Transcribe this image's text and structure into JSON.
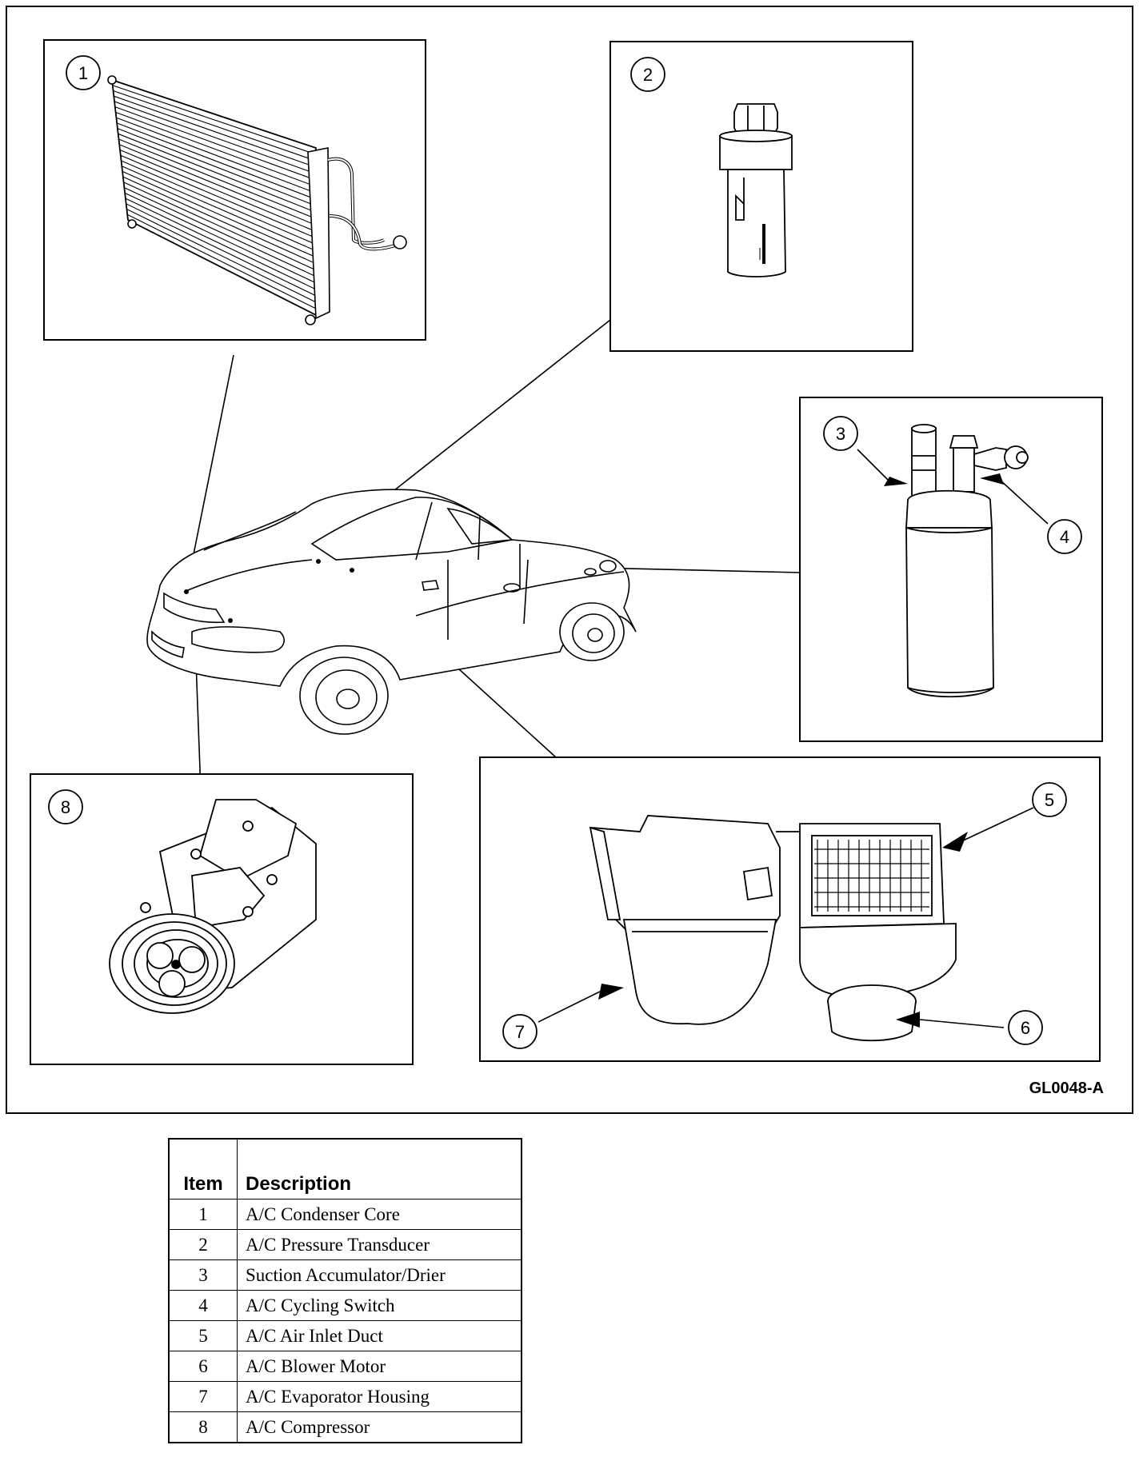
{
  "figure_id": "GL0048-A",
  "callouts": [
    {
      "num": "1"
    },
    {
      "num": "2"
    },
    {
      "num": "3"
    },
    {
      "num": "4"
    },
    {
      "num": "5"
    },
    {
      "num": "6"
    },
    {
      "num": "7"
    },
    {
      "num": "8"
    }
  ],
  "table": {
    "header_item": "Item",
    "header_description": "Description",
    "rows": [
      {
        "item": "1",
        "description": "A/C Condenser Core"
      },
      {
        "item": "2",
        "description": "A/C Pressure Transducer"
      },
      {
        "item": "3",
        "description": "Suction Accumulator/Drier"
      },
      {
        "item": "4",
        "description": "A/C Cycling Switch"
      },
      {
        "item": "5",
        "description": "A/C Air Inlet Duct"
      },
      {
        "item": "6",
        "description": "A/C Blower Motor"
      },
      {
        "item": "7",
        "description": "A/C Evaporator Housing"
      },
      {
        "item": "8",
        "description": "A/C Compressor"
      }
    ]
  }
}
